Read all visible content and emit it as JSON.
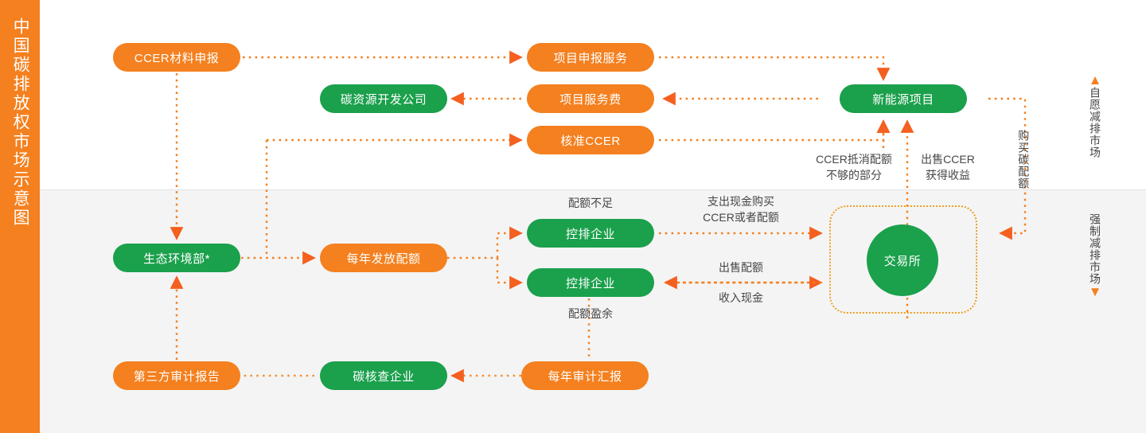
{
  "page": {
    "title": "中国碳排放权市场示意图",
    "title_vertical": "中国碳排放权市场示意图",
    "colors": {
      "orange": "#f4801f",
      "green": "#1ba04c",
      "arrow": "#f4601f",
      "frame_dotted": "#f0a024",
      "band_top": "#ffffff",
      "band_bottom": "#f4f4f4",
      "label_text": "#474747"
    }
  },
  "bands": {
    "top_label": "自愿减排市场",
    "bottom_label": "强制减排市场",
    "top_arrow": "▲",
    "bottom_arrow": "▼"
  },
  "nodes": {
    "ccer_material": "CCER材料申报",
    "carbon_resource_company": "碳资源开发公司",
    "project_declaration_service": "项目申报服务",
    "project_service_fee": "项目服务费",
    "approved_ccer": "核准CCER",
    "new_energy_project": "新能源项目",
    "ministry_of_ecology": "生态环境部*",
    "annual_quota_issue": "每年发放配额",
    "controlled_enterprise_1": "控排企业",
    "controlled_enterprise_2": "控排企业",
    "exchange": "交易所",
    "third_party_audit_report": "第三方审计报告",
    "carbon_verification_company": "碳核查企业",
    "annual_audit_report": "每年审计汇报"
  },
  "edge_labels": {
    "ccer_offset_shortfall": "CCER抵消配额\n不够的部分",
    "sell_ccer_gain": "出售CCER\n获得收益",
    "buy_carbon_quota": "购买碳配额",
    "quota_insufficient": "配额不足",
    "quota_surplus": "配额盈余",
    "pay_cash_buy": "支出现金购买\nCCER或者配额",
    "sell_quota": "出售配额",
    "receive_cash": "收入现金"
  }
}
